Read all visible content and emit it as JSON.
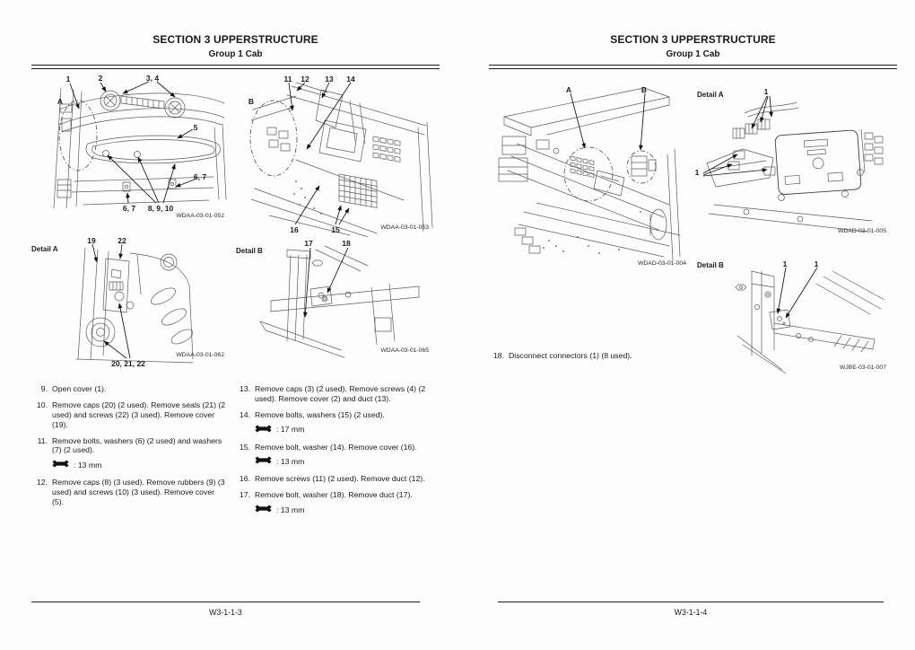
{
  "document": {
    "colors": {
      "ink": "#1a1a1a",
      "drawing_line": "#5b5b5b"
    },
    "icons": {
      "tool_note": "wrench-icon"
    },
    "pages": [
      {
        "header": {
          "title": "SECTION 3 UPPERSTRUCTURE",
          "subtitle": "Group 1 Cab"
        },
        "footer": {
          "page_number": "W3-1-1-3"
        },
        "figures": {
          "cab_rear": {
            "code": "WDAA-03-01-052",
            "callouts": {
              "c1": "1",
              "c2": "2",
              "c3_4": "3, 4",
              "cA": "A",
              "c5": "5",
              "c6_7_right": "6, 7",
              "c6_7_bottom": "6, 7",
              "c8_9_10": "8, 9, 10"
            }
          },
          "cab_floor": {
            "code": "WDAA-03-01-053",
            "callouts": {
              "c11": "11",
              "c12": "12",
              "c13": "13",
              "c14": "14",
              "cB": "B",
              "c16": "16",
              "c15": "15"
            }
          },
          "detail_a": {
            "label": "Detail A",
            "code": "WDAA-03-01-062",
            "callouts": {
              "c19": "19",
              "c22": "22",
              "c20_21_22": "20, 21, 22"
            }
          },
          "detail_b": {
            "label": "Detail B",
            "code": "WDAA-03-01-065",
            "callouts": {
              "c17": "17",
              "c18": "18"
            }
          }
        },
        "steps_left": [
          {
            "num": "9.",
            "text": "Open cover (1)."
          },
          {
            "num": "10.",
            "text": "Remove caps (20) (2 used). Remove seals (21) (2 used) and screws (22) (3 used). Remove cover (19)."
          },
          {
            "num": "11.",
            "text": "Remove bolts, washers (6) (2 used) and washers (7) (2 used).",
            "tool": ": 13 mm"
          },
          {
            "num": "12.",
            "text": "Remove caps (8) (3 used). Remove rubbers (9) (3 used) and screws (10) (3 used). Remove cover (5)."
          }
        ],
        "steps_right": [
          {
            "num": "13.",
            "text": "Remove caps (3) (2 used). Remove screws (4) (2 used). Remove cover (2) and duct (13)."
          },
          {
            "num": "14.",
            "text": "Remove bolts, washers (15) (2 used).",
            "tool": ": 17 mm"
          },
          {
            "num": "15.",
            "text": "Remove bolt, washer (14). Remove cover (16).",
            "tool": ": 13 mm"
          },
          {
            "num": "16.",
            "text": "Remove screws (11) (2 used). Remove duct (12)."
          },
          {
            "num": "17.",
            "text": "Remove bolt, washer (18). Remove duct (17).",
            "tool": ": 13 mm"
          }
        ]
      },
      {
        "header": {
          "title": "SECTION 3 UPPERSTRUCTURE",
          "subtitle": "Group 1 Cab"
        },
        "footer": {
          "page_number": "W3-1-1-4"
        },
        "figures": {
          "engine_deck": {
            "code": "WDAD-03-01-004",
            "callouts": {
              "cA": "A",
              "cB": "B"
            }
          },
          "detail_a": {
            "label": "Detail A",
            "code": "WDAD-03-01-005",
            "callouts": {
              "c1_top": "1",
              "c1_left": "1"
            }
          },
          "detail_b": {
            "label": "Detail B",
            "code": "WJBE-03-01-007",
            "callouts": {
              "c1_a": "1",
              "c1_b": "1"
            }
          }
        },
        "steps": [
          {
            "num": "18.",
            "text": "Disconnect connectors (1) (8 used)."
          }
        ]
      }
    ]
  }
}
